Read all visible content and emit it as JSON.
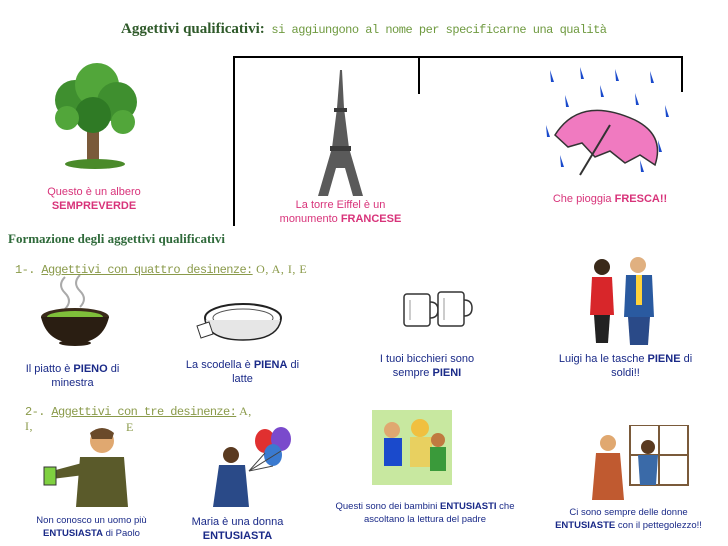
{
  "header": {
    "title_bold": "Aggettivi qualificativi:",
    "title_rest": " si aggiungono al nome per specificarne una qualità"
  },
  "examples_top": [
    {
      "pre": "Questo è un albero",
      "hi": "SEMPREVERDE",
      "icon": "tree-icon"
    },
    {
      "pre": "La torre Eiffel è un monumento ",
      "hi": "FRANCESE",
      "icon": "eiffel-tower-icon"
    },
    {
      "pre": "Che pioggia ",
      "hi": "FRESCA!!",
      "icon": "umbrella-rain-icon"
    }
  ],
  "section": {
    "title": "Formazione degli aggettivi qualificativi"
  },
  "group1": {
    "num": "1-. ",
    "label": "Aggettivi con quattro desinenze:",
    "letters": " O, A, I, E",
    "items": [
      {
        "pre": "Il piatto è ",
        "hi": "PIENO",
        "post": " di minestra",
        "icon": "soup-bowl-icon"
      },
      {
        "pre": "La scodella è ",
        "hi": "PIENA",
        "post": " di latte",
        "icon": "dish-icon"
      },
      {
        "pre": "I tuoi bicchieri sono sempre ",
        "hi": "PIENI",
        "post": "",
        "icon": "beer-mugs-icon"
      },
      {
        "pre": "Luigi ha le tasche ",
        "hi": "PIENE",
        "post": " di soldi!!",
        "icon": "couple-icon"
      }
    ]
  },
  "group2": {
    "num": "2-. ",
    "label": "Aggettivi con tre desinenze:",
    "letters1": " A, I,",
    "letters2": "E",
    "items": [
      {
        "pre": "Non conosco un uomo più ",
        "hi": "ENTUSIASTA",
        "post": " di Paolo",
        "icon": "man-drink-icon"
      },
      {
        "pre": "Maria è una donna ",
        "hi": "ENTUSIASTA",
        "post": "",
        "icon": "woman-balloons-icon"
      },
      {
        "pre": "Questi sono dei bambini ",
        "hi": "ENTUSIASTI",
        "post": " che ascoltano la lettura del padre",
        "icon": "children-reading-icon"
      },
      {
        "pre": "Ci sono sempre delle donne ",
        "hi": "ENTUSIASTE",
        "post": " con il pettegolezzo!!",
        "icon": "women-gossip-icon"
      }
    ]
  }
}
